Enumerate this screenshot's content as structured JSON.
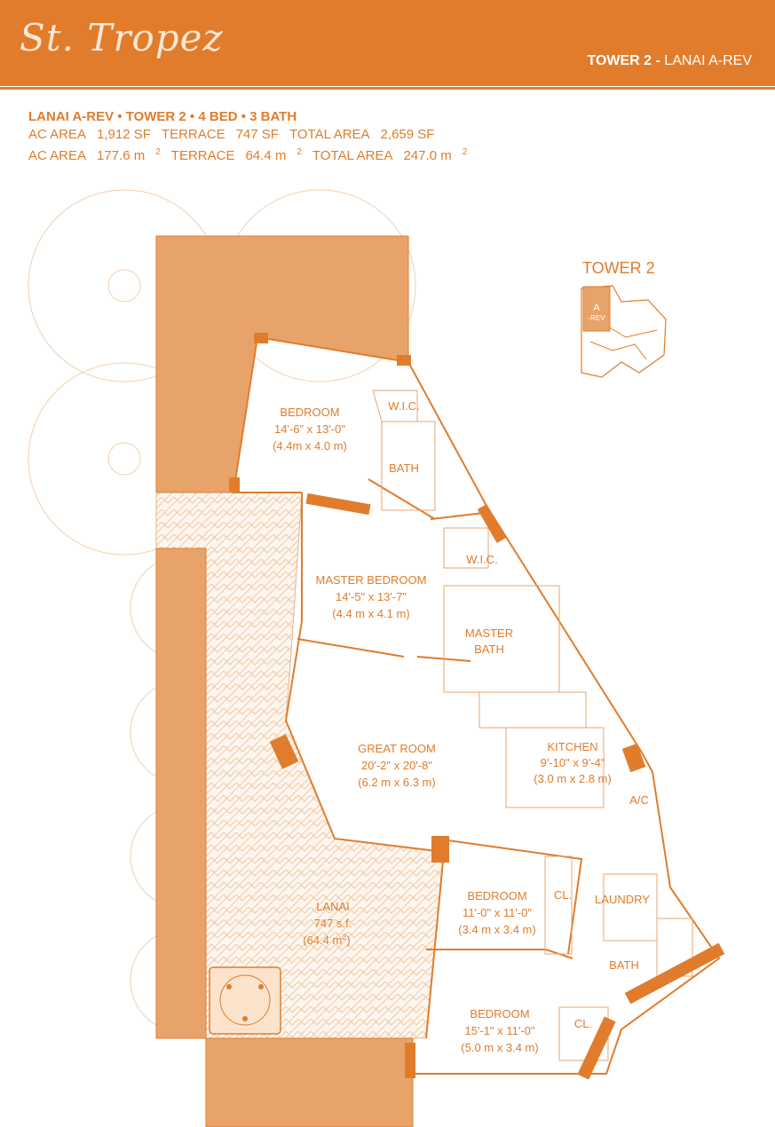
{
  "header": {
    "logo": "St. Tropez",
    "tower_bold": "TOWER 2 -",
    "tower_rest": " LANAI A-REV"
  },
  "specs": {
    "title": "LANAI A-REV • TOWER 2 • 4 BED • 3 BATH",
    "row1": [
      "AC AREA",
      "1,912 SF",
      "TERRACE",
      "747 SF",
      "TOTAL AREA",
      "2,659 SF"
    ],
    "row2": [
      "AC AREA",
      "177.6 m",
      "TERRACE",
      "64.4 m",
      "TOTAL AREA",
      "247.0 m"
    ],
    "sup": "2"
  },
  "keyplan": {
    "title": "TOWER 2",
    "unit_a": "A",
    "unit_rev": "-REV"
  },
  "rooms": {
    "bedroom1": [
      "BEDROOM",
      "14'-6\" x 13'-0\"",
      "(4.4m x 4.0 m)"
    ],
    "wic1": [
      "W.I.C."
    ],
    "bath1": [
      "BATH"
    ],
    "master": [
      "MASTER BEDROOM",
      "14'-5\" x 13'-7\"",
      "(4.4 m x 4.1 m)"
    ],
    "wic2": [
      "W.I.C."
    ],
    "master_bath": [
      "MASTER",
      "BATH"
    ],
    "great": [
      "GREAT ROOM",
      "20'-2\" x 20'-8\"",
      "(6.2 m x 6.3 m)"
    ],
    "kitchen": [
      "KITCHEN",
      "9'-10\" x 9'-4\"",
      "(3.0 m x 2.8 m)"
    ],
    "ac": [
      "A/C"
    ],
    "lanai": [
      "LANAI",
      "747 s.f.",
      "(64.4 m",
      "2",
      ")"
    ],
    "bedroom2": [
      "BEDROOM",
      "11'-0\" x 11'-0\"",
      "(3.4 m x 3.4 m)"
    ],
    "cl1": [
      "CL."
    ],
    "laundry": [
      "LAUNDRY"
    ],
    "bath2": [
      "BATH"
    ],
    "bedroom3": [
      "BEDROOM",
      "15'-1\" x 11'-0\"",
      "(5.0 m x 3.4 m)"
    ],
    "cl2": [
      "CL."
    ]
  },
  "colors": {
    "brand": "#e07c2c",
    "terrace": "#e8a36a",
    "line": "#e07c2c"
  }
}
